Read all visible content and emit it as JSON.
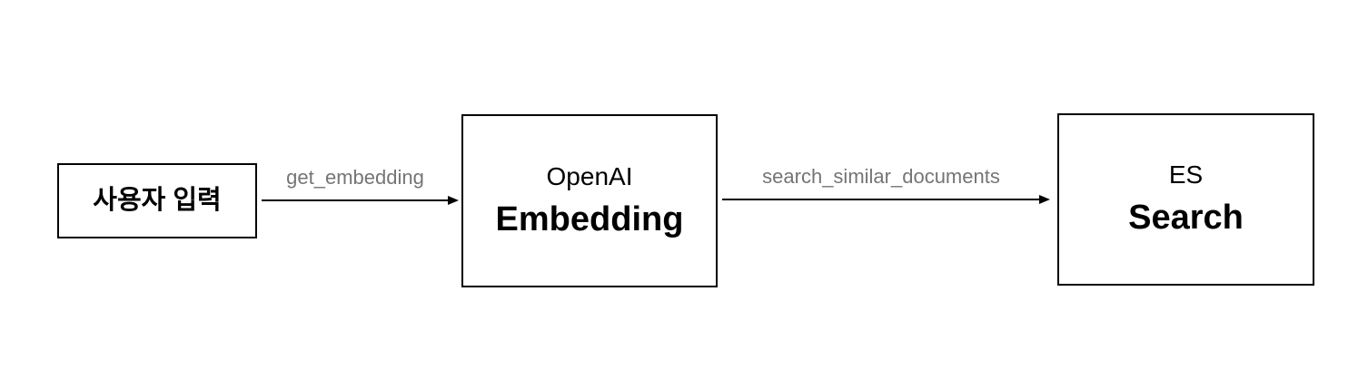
{
  "diagram": {
    "background_color": "#ffffff",
    "node_border_color": "#000000",
    "node_text_color": "#000000",
    "arrow_color": "#000000",
    "edge_label_color": "#757575",
    "nodes": {
      "user_input": {
        "label": "사용자 입력"
      },
      "openai_embedding": {
        "subtitle": "OpenAI",
        "title": "Embedding"
      },
      "es_search": {
        "subtitle": "ES",
        "title": "Search"
      }
    },
    "edges": {
      "get_embedding": {
        "label": "get_embedding"
      },
      "search_similar_documents": {
        "label": "search_similar_documents"
      }
    }
  }
}
